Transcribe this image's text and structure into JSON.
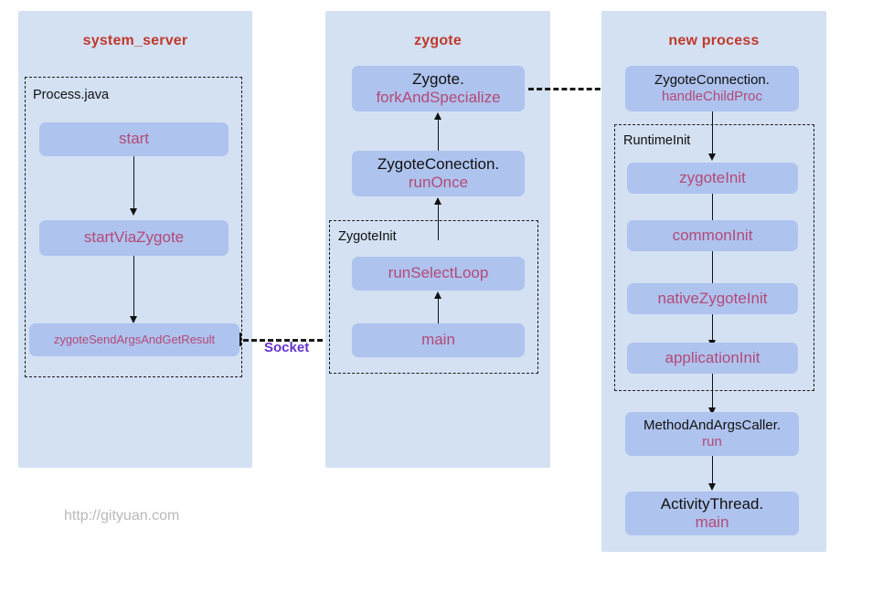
{
  "diagram": {
    "watermark": "http://gityuan.com",
    "socket_label": "Socket",
    "columns": [
      {
        "title": "system_server",
        "group_label": "Process.java",
        "nodes": [
          {
            "cls": "",
            "mth": "start"
          },
          {
            "cls": "",
            "mth": "startViaZygote"
          },
          {
            "cls": "",
            "mth": "zygoteSendArgsAndGetResult"
          }
        ]
      },
      {
        "title": "zygote",
        "group_label": "ZygoteInit",
        "nodes": [
          {
            "cls": "Zygote.",
            "mth": "forkAndSpecialize"
          },
          {
            "cls": "ZygoteConection.",
            "mth": "runOnce"
          },
          {
            "cls": "",
            "mth": "runSelectLoop"
          },
          {
            "cls": "",
            "mth": "main"
          }
        ]
      },
      {
        "title": "new process",
        "group_label": "RuntimeInit",
        "nodes": [
          {
            "cls": "ZygoteConnection.",
            "mth": "handleChildProc"
          },
          {
            "cls": "",
            "mth": "zygoteInit"
          },
          {
            "cls": "",
            "mth": "commonInit"
          },
          {
            "cls": "",
            "mth": "nativeZygoteInit"
          },
          {
            "cls": "",
            "mth": "applicationInit"
          },
          {
            "cls": "MethodAndArgsCaller.",
            "mth": "run"
          },
          {
            "cls": "ActivityThread.",
            "mth": "main"
          }
        ]
      }
    ],
    "colors": {
      "panel_bg": "#d3e1f3",
      "node_bg": "#aec3ee",
      "title": "#c0392b",
      "method_text": "#b44a78",
      "class_text": "#111111",
      "socket_text": "#6633cc",
      "watermark": "#b9b9b9"
    }
  }
}
